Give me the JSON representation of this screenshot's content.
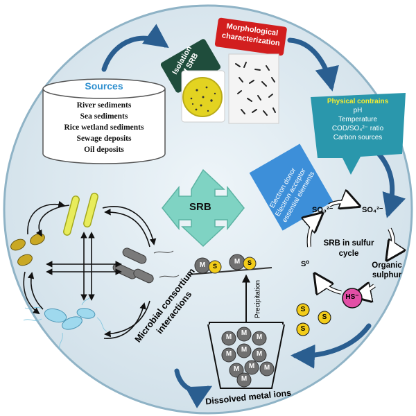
{
  "sources": {
    "title": "Sources",
    "items": [
      "River sediments",
      "Sea sediments",
      "Rice wetland sediments",
      "Sewage deposits",
      "Oil deposits"
    ]
  },
  "isolation": {
    "line1": "Isolation",
    "line2": "of SRB"
  },
  "morph": {
    "line1": "Morphological",
    "line2": "characterization"
  },
  "physical": {
    "title": "Physical contrains",
    "items": [
      "pH",
      "Temperature",
      "COD/SO₄²⁻ ratio",
      "Carbon sources"
    ]
  },
  "electron": {
    "items": [
      "Electron donor",
      "Electron acceptor",
      "essential elements"
    ]
  },
  "center": {
    "label": "SRB"
  },
  "sulfur": {
    "so3": "SO₃²⁻",
    "so4": "SO₄²⁻",
    "cycle_line1": "SRB in sulfur",
    "cycle_line2": "cycle",
    "organic_line1": "Organic",
    "organic_line2": "sulphur",
    "hs": "HS⁻",
    "s0": "S⁰"
  },
  "metal": {
    "m": "M",
    "s": "S",
    "precipitation": "Precipitation",
    "dissolved": "Dissolved metal ions"
  },
  "microbial": {
    "line1": "Microbial  consortium",
    "line2": "interactions"
  },
  "colors": {
    "circle_fill": "#dde9f0",
    "sources_title": "#2e8fcf",
    "isolation_box": "#1f4d3c",
    "morph_box": "#d21e1e",
    "physical_box": "#2a97ac",
    "physical_title": "#f2ec33",
    "electron_box": "#3d8fd9",
    "srb_arrow": "#7fd3c3",
    "metal_gray": "#707070",
    "sulfur_yellow": "#f2cc1a",
    "hs_pink": "#e24fa6",
    "cycle_arrow": "#2a5e90"
  }
}
